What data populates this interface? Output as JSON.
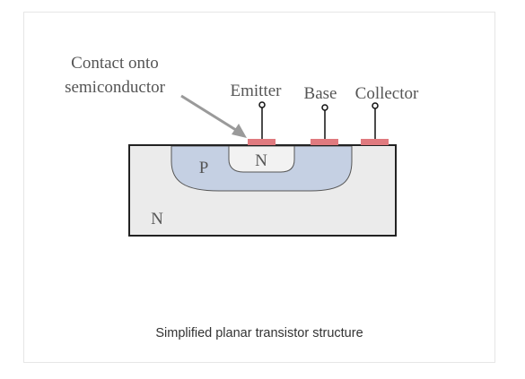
{
  "diagram": {
    "annotation_line1": "Contact onto",
    "annotation_line2": "semiconductor",
    "terminals": {
      "emitter": "Emitter",
      "base": "Base",
      "collector": "Collector"
    },
    "regions": {
      "substrate": "N",
      "base_region": "P",
      "emitter_region": "N"
    },
    "colors": {
      "substrate_fill": "#ebebeb",
      "p_region_fill": "#c5d0e3",
      "emitter_fill": "#f2f2f2",
      "contact_fill": "#e07a7f",
      "arrow": "#9a9a9a",
      "outline": "#333333"
    }
  },
  "caption": "Simplified planar transistor structure"
}
